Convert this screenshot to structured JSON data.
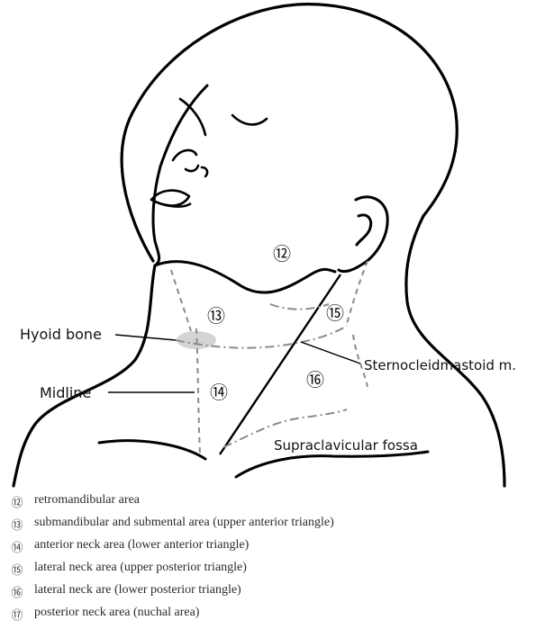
{
  "diagram": {
    "labels": {
      "hyoid_bone": "Hyoid bone",
      "midline": "Midline",
      "sternocleidomastoid": "Sternocleidmastoid m.",
      "supraclavicular_fossa": "Supraclavicular fossa"
    },
    "region_numbers": {
      "r12": "⑫",
      "r13": "⑬",
      "r14": "⑭",
      "r15": "⑮",
      "r16": "⑯"
    },
    "colors": {
      "outline": "#000000",
      "dashed_region": "#8a8a8a",
      "hyoid_shading": "#cfcfcf"
    }
  },
  "legend": {
    "items": [
      {
        "number": "⑫",
        "text": "retromandibular area"
      },
      {
        "number": "⑬",
        "text": "submandibular and submental area (upper anterior triangle)"
      },
      {
        "number": "⑭",
        "text": "anterior neck area (lower anterior triangle)"
      },
      {
        "number": "⑮",
        "text": "lateral neck area  (upper posterior triangle)"
      },
      {
        "number": "⑯",
        "text": "lateral neck are (lower posterior triangle)"
      },
      {
        "number": "⑰",
        "text": "posterior neck area (nuchal area)"
      }
    ]
  }
}
